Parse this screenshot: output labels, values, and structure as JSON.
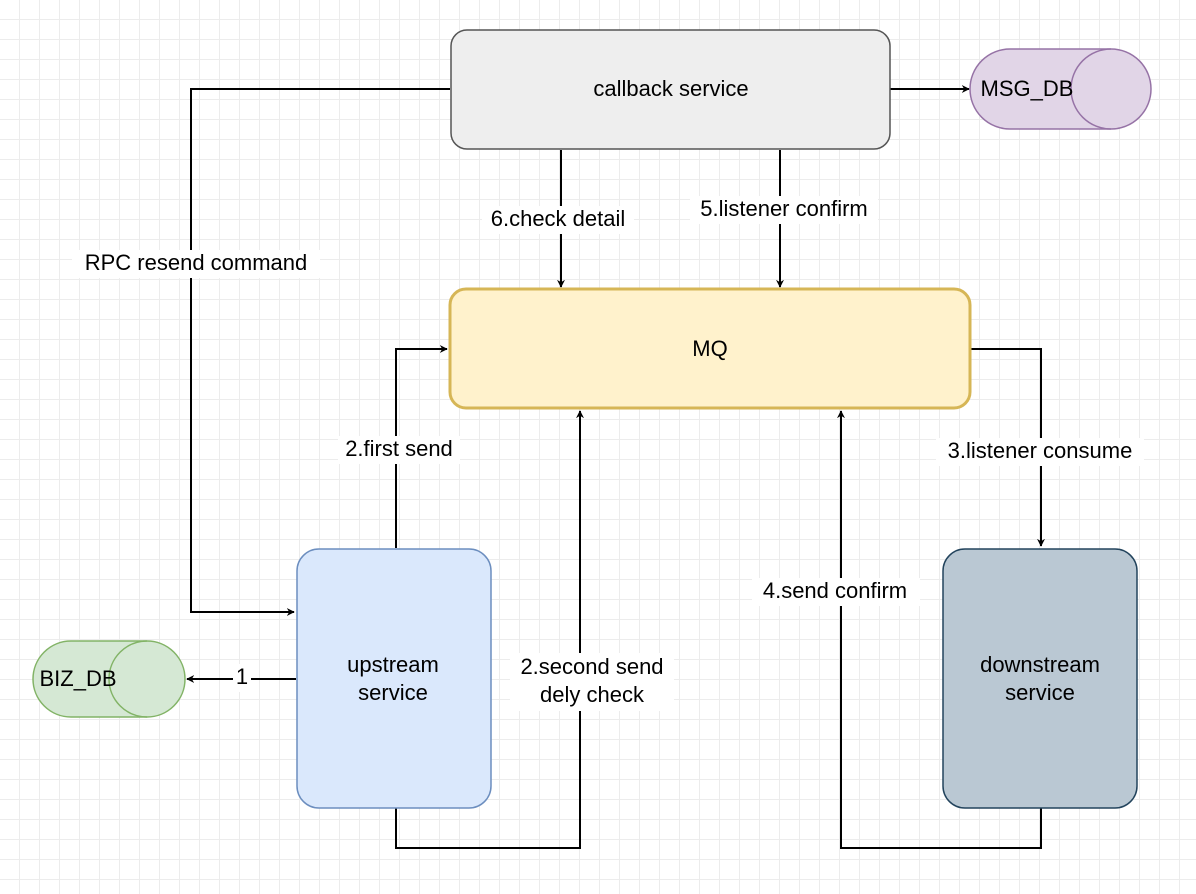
{
  "nodes": {
    "callback": {
      "label": "callback service",
      "fill": "#eeeeee",
      "stroke": "#555555"
    },
    "msg_db": {
      "label": "MSG_DB",
      "fill": "#e1d5e7",
      "stroke": "#9673a6"
    },
    "mq": {
      "label": "MQ",
      "fill": "#fff2cc",
      "stroke": "#d6b656"
    },
    "upstream": {
      "line1": "upstream",
      "line2": "service",
      "fill": "#dae8fc",
      "stroke": "#6c8ebf"
    },
    "downstream": {
      "line1": "downstream",
      "line2": "service",
      "fill": "#bac8d3",
      "stroke": "#23445d"
    },
    "biz_db": {
      "label": "BIZ_DB",
      "fill": "#d5e8d4",
      "stroke": "#82b366"
    }
  },
  "edges": {
    "rpc_resend": {
      "label": "RPC resend command"
    },
    "check_detail": {
      "label": "6.check detail"
    },
    "listener_confirm": {
      "label": "5.listener confirm"
    },
    "first_send": {
      "label": "2.first send"
    },
    "second_send": {
      "line1": "2.second send",
      "line2": "dely check"
    },
    "listener_consume": {
      "label": "3.listener consume"
    },
    "send_confirm": {
      "label": "4.send confirm"
    },
    "write_biz": {
      "label": "1"
    }
  }
}
